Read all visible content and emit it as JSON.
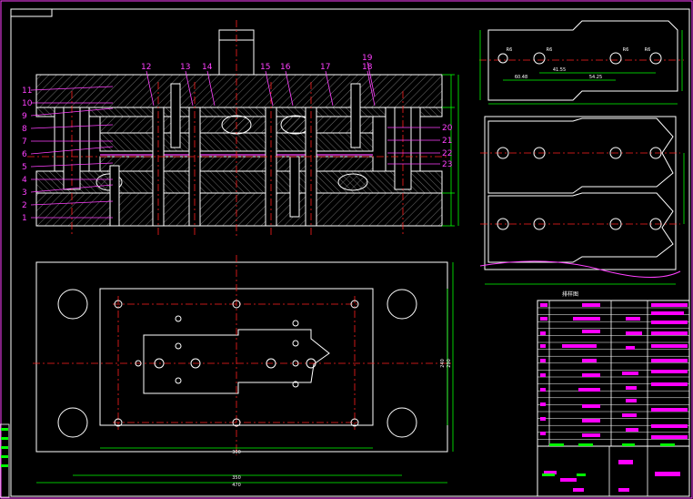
{
  "drawing": {
    "part_numbers": [
      "1",
      "2",
      "3",
      "4",
      "5",
      "6",
      "7",
      "8",
      "9",
      "10",
      "11",
      "12",
      "13",
      "14",
      "15",
      "16",
      "17",
      "18",
      "19",
      "20",
      "21",
      "22",
      "23"
    ],
    "dims_top_strip": [
      "60.48",
      "41.55",
      "54.25"
    ],
    "dims_plan": [
      "300",
      "350",
      "470",
      "240",
      "290"
    ],
    "dims_right_plan": [
      "R6",
      "R6",
      "R6",
      "R6"
    ],
    "table_title": "排样图"
  },
  "colors": {
    "background": "#000000",
    "outline": "#ffffff",
    "centerline": "#ff2020",
    "dimension": "#00ff00",
    "leader": "#ff40ff",
    "hatch": "#808080",
    "title_fill": "#ff00ff"
  }
}
